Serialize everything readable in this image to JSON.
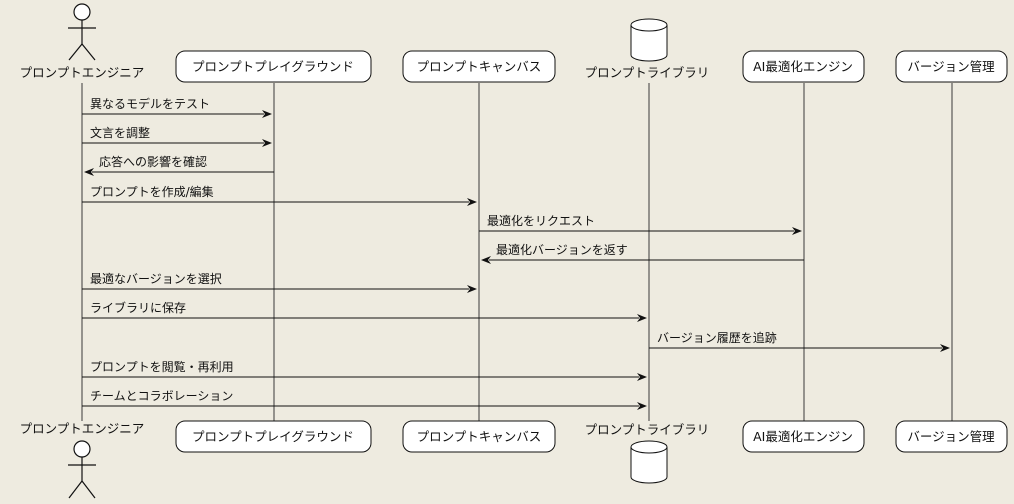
{
  "participants": {
    "engineer": {
      "label": "プロンプトエンジニア",
      "kind": "actor"
    },
    "playground": {
      "label": "プロンプトプレイグラウンド",
      "kind": "box"
    },
    "canvas": {
      "label": "プロンプトキャンバス",
      "kind": "box"
    },
    "library": {
      "label": "プロンプトライブラリ",
      "kind": "database"
    },
    "optimizer": {
      "label": "AI最適化エンジン",
      "kind": "box"
    },
    "versioning": {
      "label": "バージョン管理",
      "kind": "box"
    }
  },
  "messages": [
    {
      "from": "engineer",
      "to": "playground",
      "text": "異なるモデルをテスト"
    },
    {
      "from": "engineer",
      "to": "playground",
      "text": "文言を調整"
    },
    {
      "from": "playground",
      "to": "engineer",
      "text": "応答への影響を確認"
    },
    {
      "from": "engineer",
      "to": "canvas",
      "text": "プロンプトを作成/編集"
    },
    {
      "from": "canvas",
      "to": "optimizer",
      "text": "最適化をリクエスト"
    },
    {
      "from": "optimizer",
      "to": "canvas",
      "text": "最適化バージョンを返す"
    },
    {
      "from": "engineer",
      "to": "canvas",
      "text": "最適なバージョンを選択"
    },
    {
      "from": "engineer",
      "to": "library",
      "text": "ライブラリに保存"
    },
    {
      "from": "library",
      "to": "versioning",
      "text": "バージョン履歴を追跡"
    },
    {
      "from": "engineer",
      "to": "library",
      "text": "プロンプトを閲覧・再利用"
    },
    {
      "from": "engineer",
      "to": "library",
      "text": "チームとコラボレーション"
    }
  ]
}
